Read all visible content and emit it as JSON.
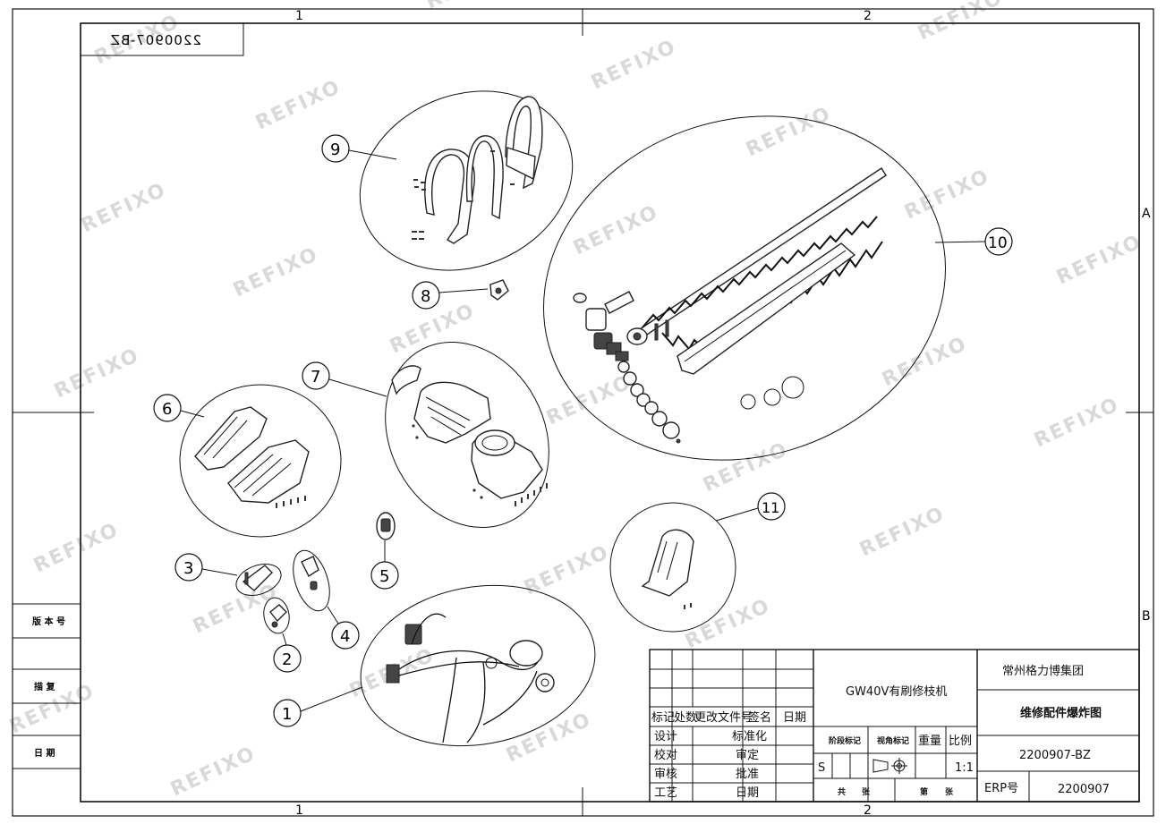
{
  "drawing_code_mirrored": "2200907-BZ",
  "watermark": "REFIXO",
  "border": {
    "zones_top": [
      "1",
      "2"
    ],
    "zones_bottom": [
      "1",
      "2"
    ],
    "zones_right": [
      "A",
      "B"
    ]
  },
  "callouts": [
    "1",
    "2",
    "3",
    "4",
    "5",
    "6",
    "7",
    "8",
    "9",
    "10",
    "11"
  ],
  "side_panel": {
    "version_no": "版 本 号",
    "trace": "描 复",
    "date": "日 期"
  },
  "title_block": {
    "product_name": "GW40V有刷修枝机",
    "company": "常州格力博集团",
    "drawing_title": "维修配件爆炸图",
    "drawing_number": "2200907-BZ",
    "erp_label": "ERP号",
    "erp_value": "2200907",
    "rev_headers": [
      "标记",
      "处数",
      "更改文件号",
      "签名",
      "日期"
    ],
    "roles_left": [
      "设计",
      "校对",
      "审核",
      "工艺"
    ],
    "roles_right": [
      "标准化",
      "审定",
      "批准",
      "日期"
    ],
    "stage_label": "阶段标记",
    "projection_label": "视角标记",
    "weight_label": "重量",
    "scale_label": "比例",
    "stage_value": "S",
    "scale_value": "1:1",
    "total_sheets_label": [
      "共",
      "张"
    ],
    "sheet_no_label": [
      "第",
      "张"
    ]
  }
}
